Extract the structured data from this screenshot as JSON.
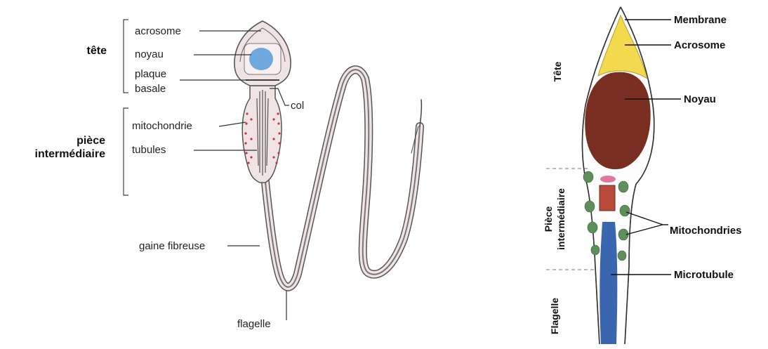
{
  "left": {
    "groups": {
      "tete": "tête",
      "piece_line1": "pièce",
      "piece_line2": "intermédiaire"
    },
    "labels": {
      "acrosome": "acrosome",
      "noyau": "noyau",
      "plaque": "plaque",
      "basale": "basale",
      "col": "col",
      "mitochondrie": "mitochondrie",
      "tubules": "tubules",
      "gaine": "gaine fibreuse",
      "flagelle": "flagelle"
    }
  },
  "right": {
    "side_labels": {
      "tete": "Tête",
      "piece_line1": "Pièce",
      "piece_line2": "intermédiaire",
      "flagelle": "Flagelle"
    },
    "labels": {
      "membrane": "Membrane",
      "acrosome": "Acrosome",
      "noyau": "Noyau",
      "mitochondries": "Mitochondries",
      "microtubule": "Microtubule"
    }
  },
  "colors": {
    "nucleus_left": "#6fa8dc",
    "cell_fill_left": "#efe3e3",
    "mito_dots": "#cc3344",
    "acrosome_right": "#f2d94e",
    "nucleus_right": "#7a2e22",
    "mito_right": "#5e8f5a",
    "microtubule": "#3a66b0",
    "centriole": "#b84a3a",
    "pink_body": "#e07a9c"
  }
}
